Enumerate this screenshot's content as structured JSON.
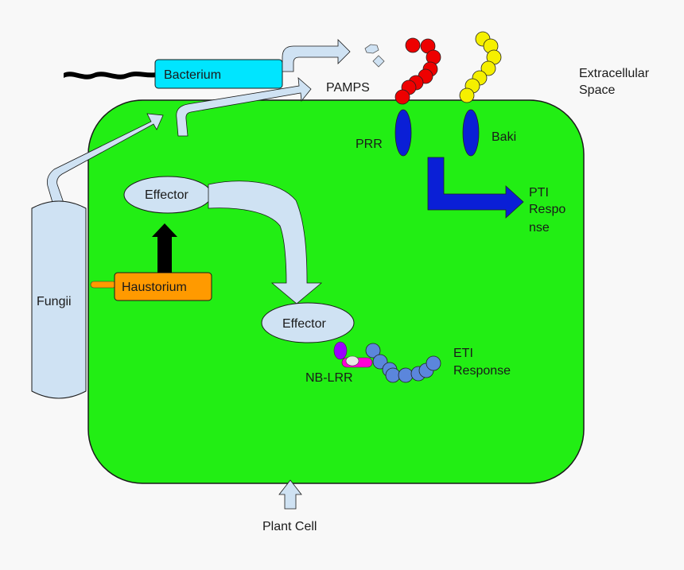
{
  "labels": {
    "bacterium": "Bacterium",
    "pamps": "PAMPS",
    "extracellular_line1": "Extracellular",
    "extracellular_line2": "Space",
    "prr": "PRR",
    "baki": "Baki",
    "pti_line1": "PTI",
    "pti_line2": "Respo",
    "pti_line3": "nse",
    "effector_top": "Effector",
    "effector_bottom": "Effector",
    "haustorium": "Haustorium",
    "fungii": "Fungii",
    "nb_lrr": "NB-LRR",
    "eti_line1": "ETI",
    "eti_line2": "Response",
    "plant_cell": "Plant Cell"
  },
  "colors": {
    "background": "#f8f8f8",
    "cell_fill": "#22ee14",
    "cell_stroke": "#1a1a1a",
    "bacterium_fill": "#00e5ff",
    "haustorium_fill": "#ff9a00",
    "fungii_fill": "#cfe2f3",
    "pale_arrow_fill": "#cfe2f3",
    "receptor_fill": "#0a1fd6",
    "pti_arrow_fill": "#0a1fd6",
    "red_chain": "#ee0000",
    "yellow_chain": "#f5f000",
    "blue_chain": "#5b86dc",
    "nb_lrr_purple": "#9b00ff",
    "nb_lrr_magenta": "#ff00d4",
    "haustorium_arrow": "#000000"
  }
}
